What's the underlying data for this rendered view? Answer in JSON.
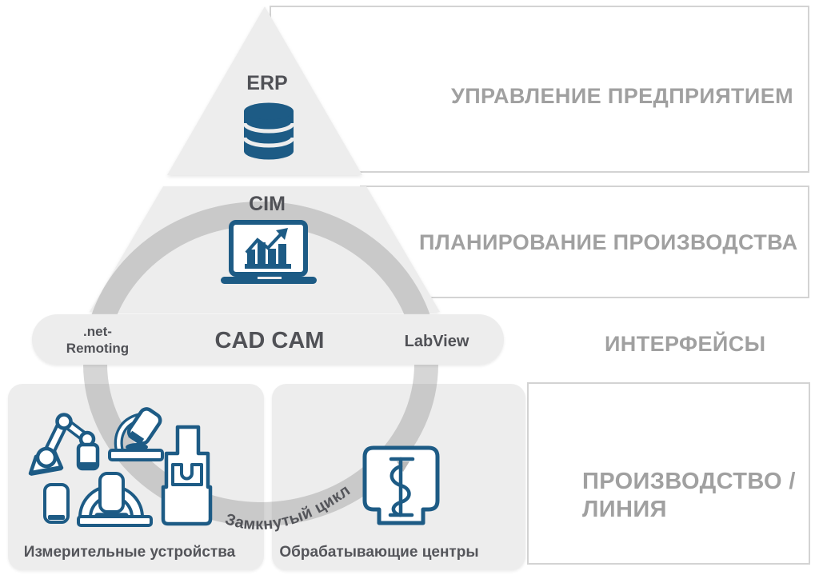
{
  "pyramid": {
    "erp": "ERP",
    "cim": "CIM"
  },
  "levels": {
    "enterprise": "УПРАВЛЕНИЕ ПРЕДПРИЯТИЕМ",
    "planning": "ПЛАНИРОВАНИЕ ПРОИЗВОДСТВА",
    "interfaces": "ИНТЕРФЕЙСЫ",
    "production_line1": "ПРОИЗВОДСТВО /",
    "production_line2": "ЛИНИЯ"
  },
  "interface_bar": {
    "net_remoting_line1": ".net-",
    "net_remoting_line2": "Remoting",
    "cad_cam": "CAD CAM",
    "labview": "LabView"
  },
  "bottom": {
    "measuring_label": "Измерительные устройства",
    "machining_label": "Обрабатывающие центры",
    "loop_label": "Замкнутый цикл"
  },
  "icons": {
    "erp": "database-icon",
    "cim": "laptop-chart-icon",
    "loop": "closed-loop-ring",
    "measuring": [
      "robot-arm-icon",
      "microscope-icon",
      "container-icon",
      "dome-gauge-icon",
      "cmm-machine-icon"
    ],
    "machining": "machining-center-icon"
  },
  "colors": {
    "accent_blue": "#1d5b85",
    "panel_gray": "#ededed",
    "ring_gray": "#787878",
    "header_gray": "#a0a0a0",
    "text_dark": "#505156",
    "border_gray": "#d3d3d3"
  }
}
